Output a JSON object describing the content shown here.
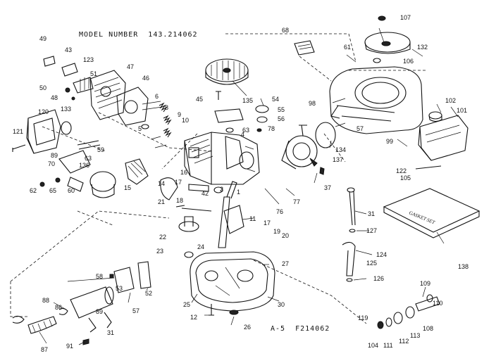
{
  "header": {
    "model_label": "MODEL NUMBER",
    "model_number": "143.214062"
  },
  "footer": {
    "page_ref": "A-5",
    "drawing_ref": "F214062"
  },
  "gasket_set_label": "GASKET SET",
  "part_callouts": [
    "49",
    "43",
    "123",
    "51",
    "47",
    "46",
    "50",
    "48",
    "120",
    "133",
    "121",
    "89",
    "70",
    "59",
    "63",
    "136",
    "15",
    "62",
    "65",
    "60",
    "6",
    "8",
    "9",
    "5",
    "10",
    "45",
    "135",
    "54",
    "55",
    "56",
    "78",
    "63",
    "4",
    "68",
    "61",
    "107",
    "132",
    "106",
    "98",
    "57",
    "99",
    "102",
    "101",
    "122",
    "105",
    "134",
    "137",
    "37",
    "16",
    "14",
    "17",
    "42",
    "2",
    "1",
    "76",
    "77",
    "21",
    "18",
    "11",
    "22",
    "23",
    "24",
    "17",
    "19",
    "20",
    "27",
    "31",
    "127",
    "124",
    "125",
    "126",
    "138",
    "58",
    "53",
    "52",
    "57",
    "88",
    "86",
    "87",
    "89",
    "91",
    "31",
    "25",
    "12",
    "26",
    "30",
    "119",
    "104",
    "111",
    "112",
    "113",
    "108",
    "109",
    "110"
  ]
}
